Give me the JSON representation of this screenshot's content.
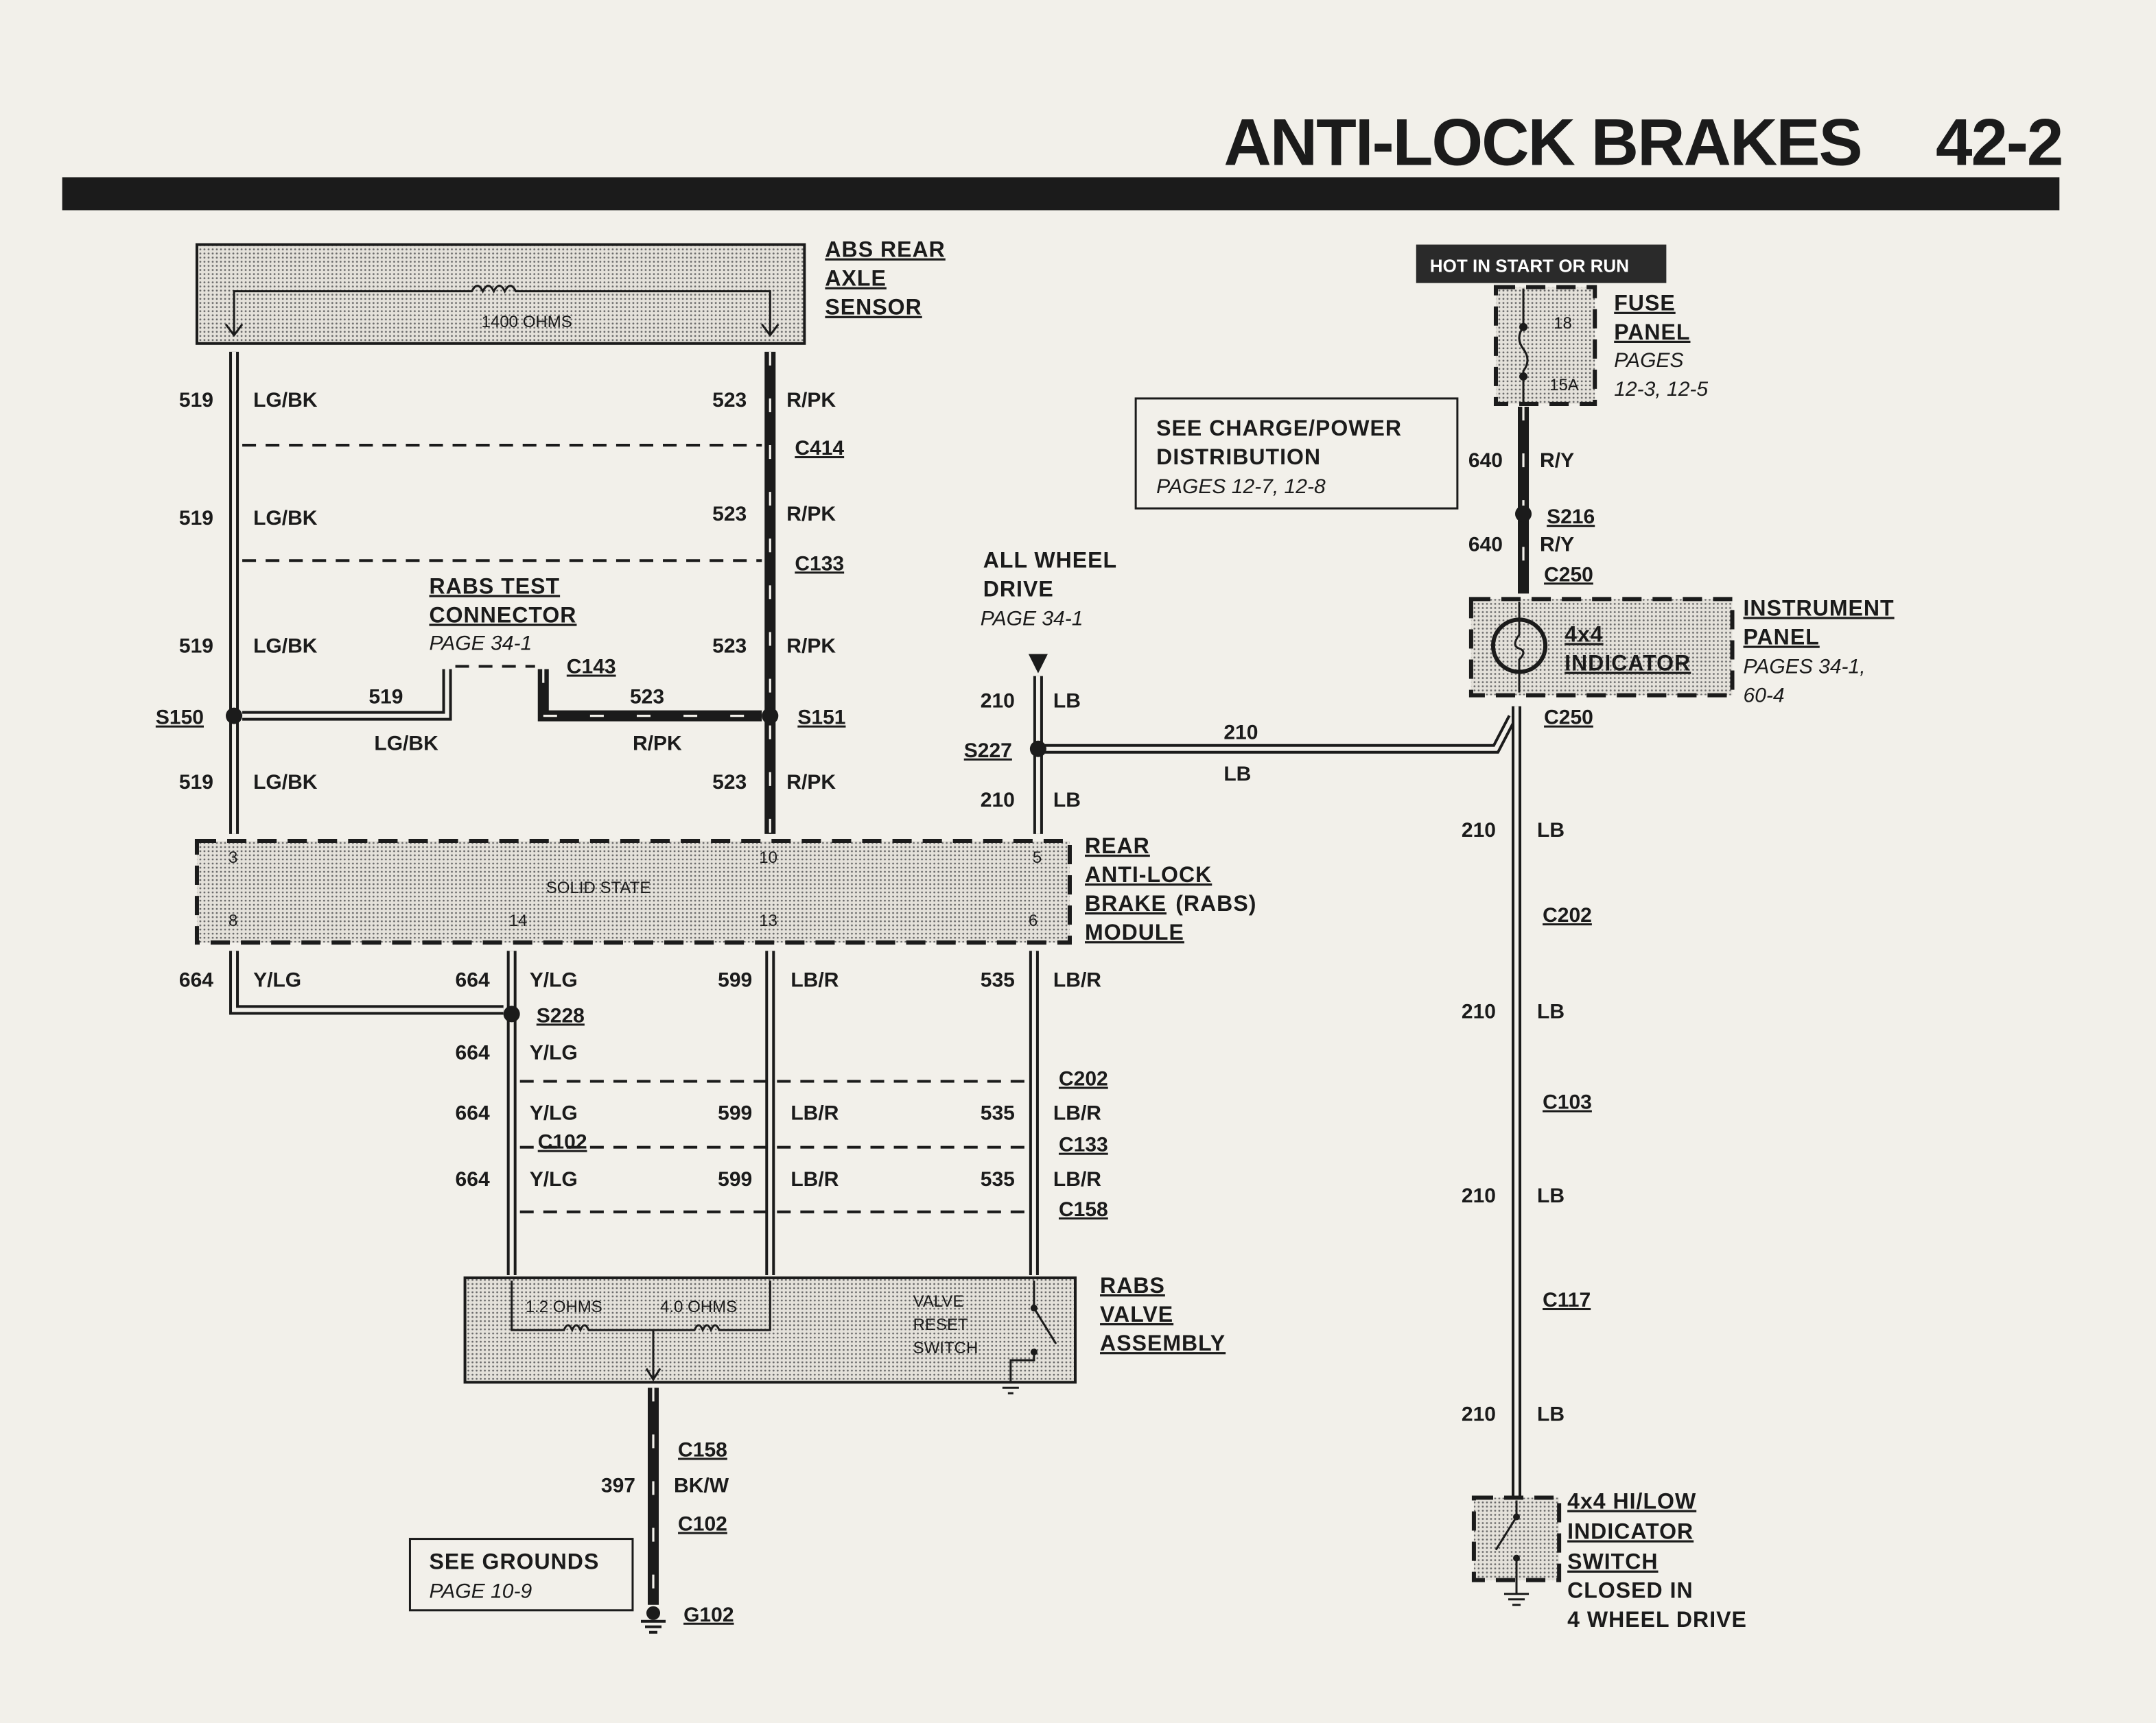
{
  "header": {
    "title": "ANTI-LOCK BRAKES",
    "page": "42-2"
  },
  "abs_sensor": {
    "lines": [
      "ABS REAR",
      "AXLE",
      "SENSOR"
    ],
    "resistance": "1400 OHMS"
  },
  "rabs_test_connector": {
    "lines": [
      "RABS TEST",
      "CONNECTOR"
    ],
    "page": "PAGE 34-1",
    "connector": "C143"
  },
  "rabs_module": {
    "lines": [
      "REAR",
      "ANTI-LOCK",
      "BRAKE",
      "(RABS)",
      "MODULE"
    ],
    "type": "SOLID STATE",
    "pins": {
      "p3": "3",
      "p10": "10",
      "p5": "5",
      "p8": "8",
      "p14": "14",
      "p13": "13",
      "p6": "6"
    }
  },
  "rabs_valve": {
    "lines": [
      "RABS",
      "VALVE",
      "ASSEMBLY"
    ],
    "coil1": "1.2 OHMS",
    "coil2": "4.0 OHMS",
    "switch_lines": [
      "VALVE",
      "RESET",
      "SWITCH"
    ]
  },
  "see_grounds": {
    "title": "SEE GROUNDS",
    "page": "PAGE 10-9"
  },
  "see_charge": {
    "lines": [
      "SEE CHARGE/POWER",
      "DISTRIBUTION"
    ],
    "pages": "PAGES 12-7, 12-8"
  },
  "all_wheel_drive": {
    "lines": [
      "ALL WHEEL",
      "DRIVE"
    ],
    "page": "PAGE 34-1"
  },
  "hot_label": "HOT IN START OR RUN",
  "fuse_panel": {
    "lines": [
      "FUSE",
      "PANEL"
    ],
    "pages_label": "PAGES",
    "pages": "12-3, 12-5",
    "fuse_number": "18",
    "fuse_rating": "15A"
  },
  "instrument_panel": {
    "lines": [
      "INSTRUMENT",
      "PANEL"
    ],
    "pages_label": "PAGES 34-1,",
    "pages2": "60-4",
    "indicator": [
      "4x4",
      "INDICATOR"
    ]
  },
  "hi_low_switch": {
    "lines": [
      "4x4 HI/LOW",
      "INDICATOR",
      "SWITCH"
    ],
    "note": [
      "CLOSED IN",
      "4 WHEEL DRIVE"
    ]
  },
  "circuits": {
    "c519": {
      "number": "519",
      "color": "LG/BK"
    },
    "c523": {
      "number": "523",
      "color": "R/PK"
    },
    "c664": {
      "number": "664",
      "color": "Y/LG"
    },
    "c599": {
      "number": "599",
      "color": "LB/R"
    },
    "c535": {
      "number": "535",
      "color": "LB/R"
    },
    "c210": {
      "number": "210",
      "color": "LB"
    },
    "c640": {
      "number": "640",
      "color": "R/Y"
    },
    "c397": {
      "number": "397",
      "color": "BK/W"
    }
  },
  "connectors": {
    "c414": "C414",
    "c133": "C133",
    "c202": "C202",
    "c158": "C158",
    "c102": "C102",
    "c250": "C250",
    "c103": "C103",
    "c117": "C117"
  },
  "splices": {
    "s150": "S150",
    "s151": "S151",
    "s227": "S227",
    "s228": "S228",
    "s216": "S216"
  },
  "grounds": {
    "g102": "G102"
  }
}
